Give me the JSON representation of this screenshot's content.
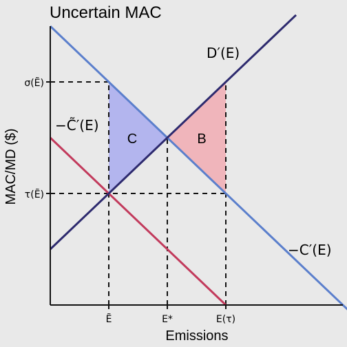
{
  "chart_data": {
    "type": "line",
    "title": "Uncertain MAC",
    "xlabel": "Emissions",
    "ylabel": "MAC/MD ($)",
    "xlim": [
      0,
      10
    ],
    "ylim": [
      0,
      10
    ],
    "x_ticks": [
      {
        "value": 2.0,
        "label": "Ẽ"
      },
      {
        "value": 4.0,
        "label": "E*"
      },
      {
        "value": 6.0,
        "label": "E(τ)"
      }
    ],
    "y_ticks": [
      {
        "value": 4.0,
        "label": "τ(Ẽ)"
      },
      {
        "value": 8.0,
        "label": "σ(Ẽ)"
      }
    ],
    "series": [
      {
        "name": "−C′(E)",
        "color": "#5b7fcc",
        "x": [
          0,
          10.6
        ],
        "y": [
          10,
          -0.6
        ]
      },
      {
        "name": "−C̃′(E)",
        "color": "#c23a5c",
        "x": [
          0,
          6.0
        ],
        "y": [
          6.0,
          0
        ]
      },
      {
        "name": "D′(E)",
        "color": "#2d2a6e",
        "x": [
          0,
          8.4
        ],
        "y": [
          2.0,
          10.4
        ]
      }
    ],
    "regions": [
      {
        "name": "C",
        "color": "#b3b5ee",
        "points": [
          [
            2,
            8
          ],
          [
            4,
            6
          ],
          [
            2,
            4
          ]
        ]
      },
      {
        "name": "B",
        "color": "#f0b5bb",
        "points": [
          [
            4,
            6
          ],
          [
            6,
            8
          ],
          [
            6,
            4
          ]
        ]
      }
    ]
  }
}
